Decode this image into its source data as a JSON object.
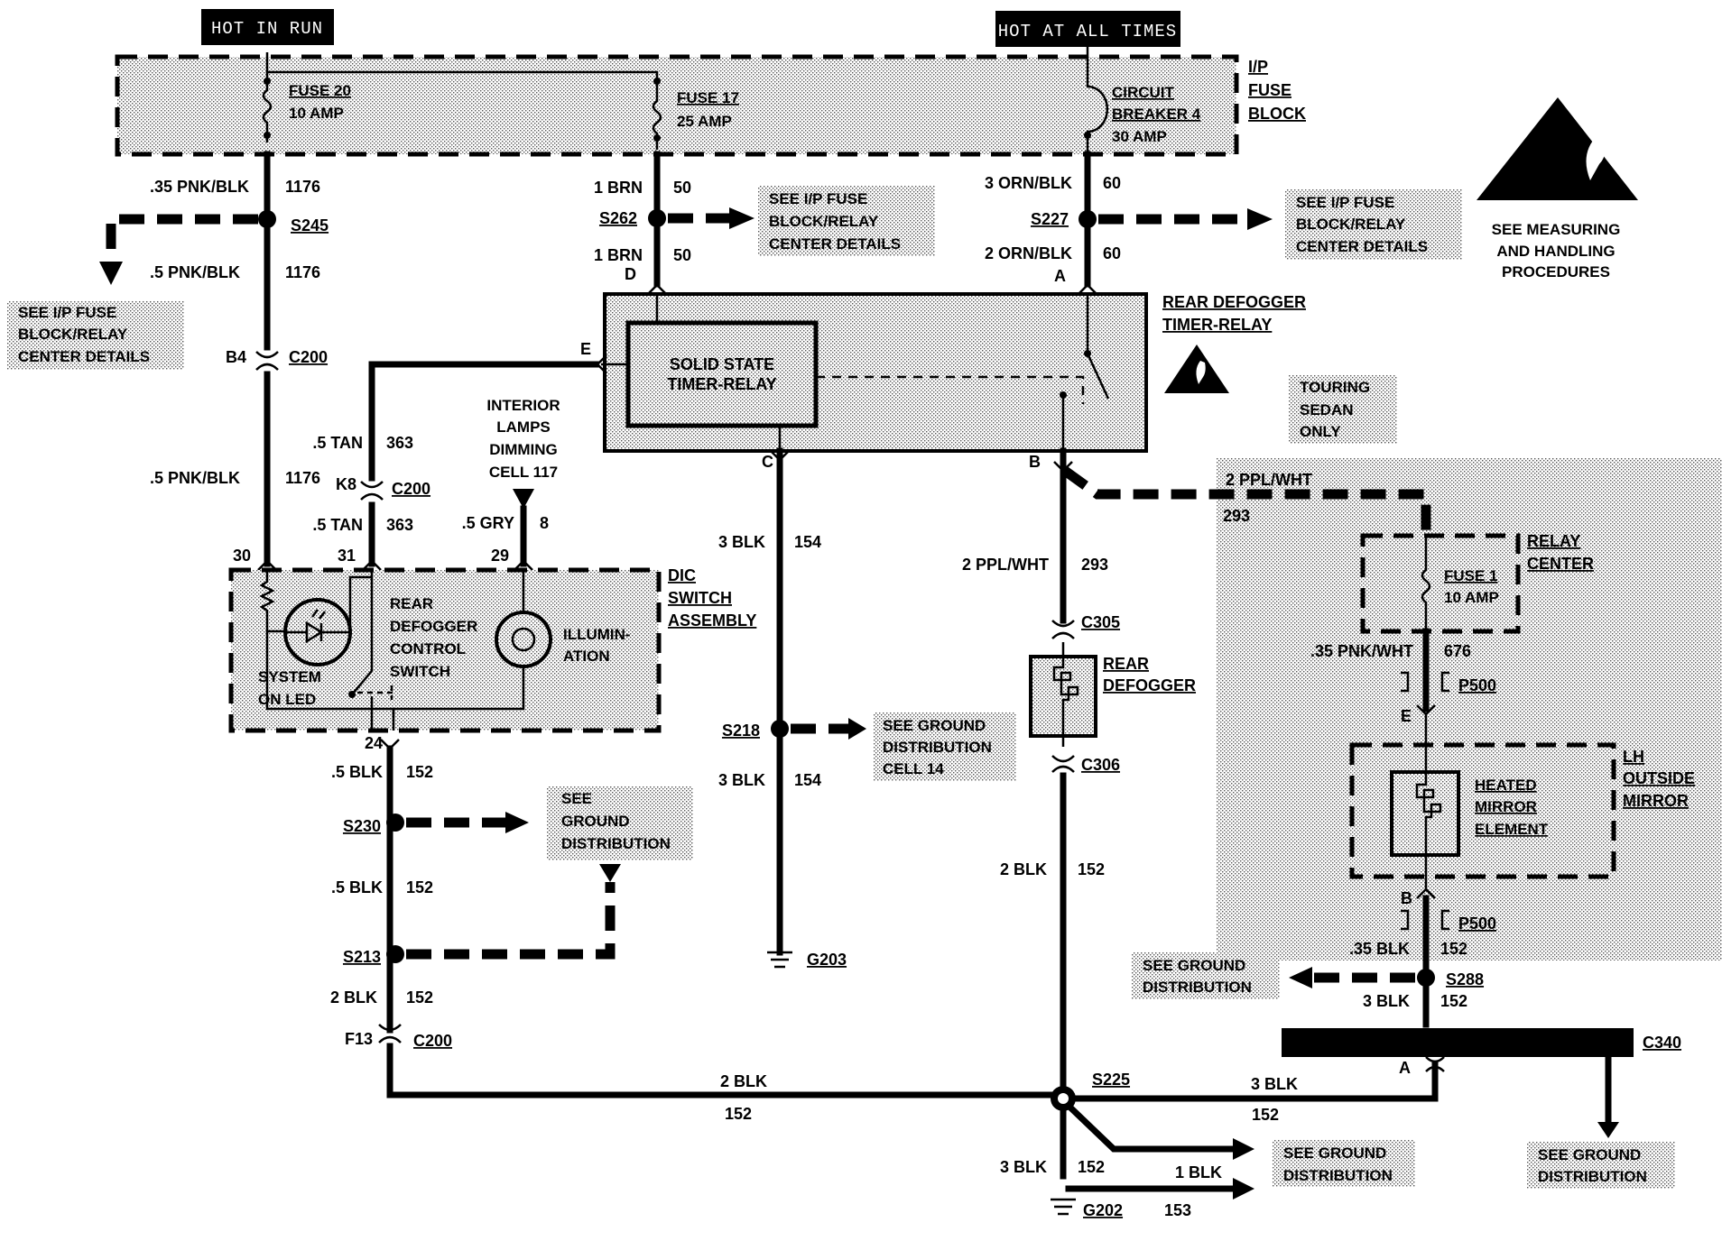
{
  "headers": {
    "hot_in_run": "HOT IN RUN",
    "hot_at_all_times": "HOT AT ALL TIMES"
  },
  "fuse_block": {
    "label": [
      "I/P",
      "FUSE",
      "BLOCK"
    ],
    "fuse20": [
      "FUSE 20",
      "10 AMP"
    ],
    "fuse17": [
      "FUSE 17",
      "25 AMP"
    ],
    "breaker4": [
      "CIRCUIT",
      "BREAKER 4",
      "30 AMP"
    ]
  },
  "esd": [
    "SEE MEASURING",
    "AND HANDLING",
    "PROCEDURES"
  ],
  "see_ip_fuse": [
    "SEE I/P FUSE",
    "BLOCK/RELAY",
    "CENTER DETAILS"
  ],
  "see_ground": [
    "SEE",
    "GROUND",
    "DISTRIBUTION"
  ],
  "see_ground_2": [
    "SEE GROUND",
    "DISTRIBUTION"
  ],
  "see_ground_cell": [
    "SEE GROUND",
    "DISTRIBUTION",
    "CELL 14"
  ],
  "wires": {
    "w1176a": ".35 PNK/BLK",
    "c1176": "1176",
    "w1176b": ".5 PNK/BLK",
    "w1176c": ".5 PNK/BLK",
    "w50": "1 BRN",
    "c50": "50",
    "w60a": "3 ORN/BLK",
    "w60b": "2 ORN/BLK",
    "c60": "60",
    "w363": ".5 TAN",
    "c363": "363",
    "w8": ".5 GRY",
    "c8": "8",
    "w154": "3 BLK",
    "c154": "154",
    "w293": "2 PPL/WHT",
    "c293": "293",
    "w152a": ".5 BLK",
    "c152": "152",
    "w152b": "2 BLK",
    "w152c": "3 BLK",
    "w153": "1 BLK",
    "c153": "153",
    "w676": ".35 PNK/WHT",
    "c676": "676",
    "w152d": ".35 BLK"
  },
  "splices": {
    "s245": "S245",
    "s262": "S262",
    "s227": "S227",
    "s218": "S218",
    "s230": "S230",
    "s213": "S213",
    "s225": "S225",
    "s288": "S288"
  },
  "connectors": {
    "c200": "C200",
    "b4": "B4",
    "k8": "K8",
    "f13": "F13",
    "c305": "C305",
    "c306": "C306",
    "c340": "C340",
    "p500": "P500"
  },
  "grounds": {
    "g203": "G203",
    "g202": "G202"
  },
  "pins": {
    "d": "D",
    "a": "A",
    "e": "E",
    "c": "C",
    "b": "B",
    "p30": "30",
    "p31": "31",
    "p29": "29",
    "p24": "24",
    "pe": "E",
    "pb": "B",
    "pa": "A"
  },
  "relay": {
    "name": [
      "REAR DEFOGGER",
      "TIMER-RELAY"
    ],
    "inner": [
      "SOLID STATE",
      "TIMER-RELAY"
    ],
    "touring": [
      "TOURING",
      "SEDAN",
      "ONLY"
    ]
  },
  "interior_lamps": [
    "INTERIOR",
    "LAMPS",
    "DIMMING",
    "CELL 117"
  ],
  "dic": {
    "label": [
      "DIC",
      "SWITCH",
      "ASSEMBLY"
    ],
    "switch": [
      "REAR",
      "DEFOGGER",
      "CONTROL",
      "SWITCH"
    ],
    "illum": [
      "ILLUMIN-",
      "ATION"
    ],
    "led": [
      "SYSTEM",
      "ON LED"
    ]
  },
  "defogger": [
    "REAR",
    "DEFOGGER"
  ],
  "relay_center": {
    "label": [
      "RELAY",
      "CENTER"
    ],
    "fuse": [
      "FUSE 1",
      "10 AMP"
    ]
  },
  "mirror": {
    "label": [
      "LH",
      "OUTSIDE",
      "MIRROR"
    ],
    "element": [
      "HEATED",
      "MIRROR",
      "ELEMENT"
    ]
  }
}
